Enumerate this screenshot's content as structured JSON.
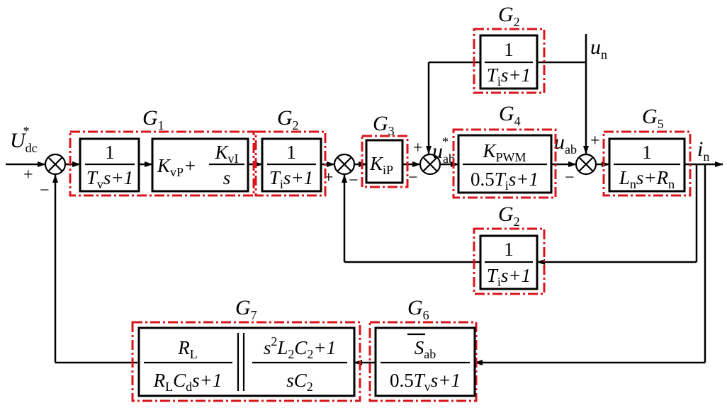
{
  "blocks": {
    "g1": "G",
    "g1_sub": "1",
    "g2": "G",
    "g2_sub": "2",
    "g3": "G",
    "g3_sub": "3",
    "g4": "G",
    "g4_sub": "4",
    "g5": "G",
    "g5_sub": "5",
    "g6": "G",
    "g6_sub": "6",
    "g7": "G",
    "g7_sub": "7"
  },
  "signals": {
    "udc_ref": "U",
    "udc_ref_sub": "dc",
    "star": "*",
    "uab_ref": "u",
    "uab_sub": "ab",
    "uab": "u",
    "un": "u",
    "un_sub": "n",
    "in": "i",
    "in_sub": "n"
  },
  "signs": {
    "plus": "+",
    "minus": "−"
  },
  "tf": {
    "one": "1",
    "T": "T",
    "v": "v",
    "i": "i",
    "s_plus_1": "s+1",
    "K": "K",
    "vP": "vP",
    "vI": "vI",
    "iP": "iP",
    "PWM": "PWM",
    "s": "s",
    "plus": "+",
    "half": "0.5",
    "L": "L",
    "n": "n",
    "R": "R",
    "s_plus": "s+",
    "S": "S",
    "ab": "ab",
    "Lsub": "L",
    "C": "C",
    "d": "d",
    "two": "2",
    "s2": "s",
    "L2C2_plus_1": "+1",
    "sC": "sC"
  }
}
